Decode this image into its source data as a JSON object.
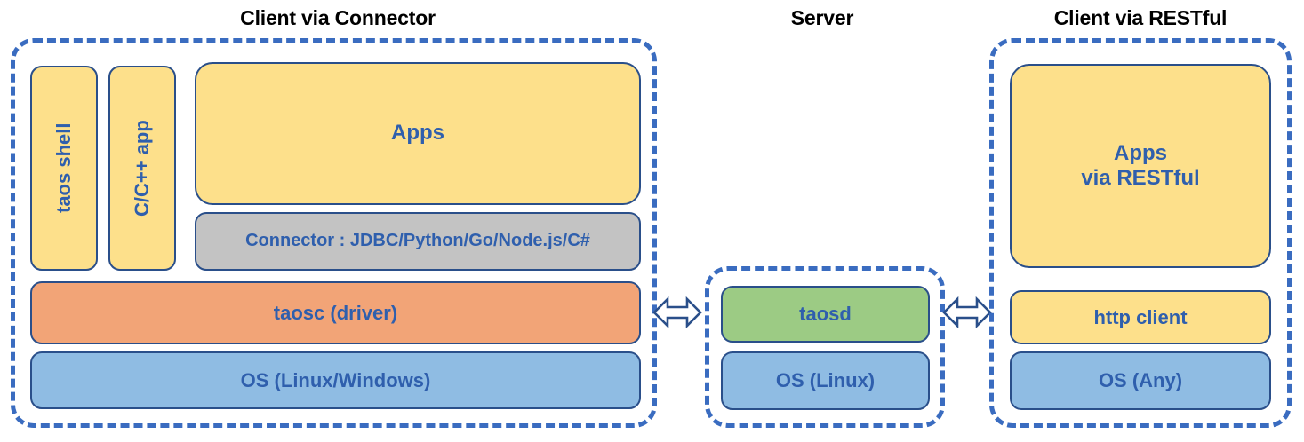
{
  "diagram": {
    "title_client_connector": "Client via Connector",
    "title_server": "Server",
    "title_client_restful": "Client via RESTful",
    "colors": {
      "dashed_border": "#3a6cc0",
      "box_border": "#2a4f8a",
      "text_blue": "#2f5fad",
      "yellow": "#fde08b",
      "orange": "#f2a477",
      "blue": "#8fbce3",
      "green": "#9ccb84",
      "gray": "#c3c3c3",
      "title_black": "#000000"
    },
    "client_connector": {
      "taos_shell": "taos shell",
      "c_cpp_app": "C/C++ app",
      "apps": "Apps",
      "connector": "Connector : JDBC/Python/Go/Node.js/C#",
      "taosc": "taosc (driver)",
      "os": "OS (Linux/Windows)"
    },
    "server": {
      "taosd": "taosd",
      "os": "OS (Linux)"
    },
    "client_restful": {
      "apps_line1": "Apps",
      "apps_line2": "via RESTful",
      "http_client": "http client",
      "os": "OS (Any)"
    },
    "arrows": {
      "left_arrow_label": "bidirectional-connection-client-to-server",
      "right_arrow_label": "bidirectional-connection-server-to-restful-client"
    }
  }
}
